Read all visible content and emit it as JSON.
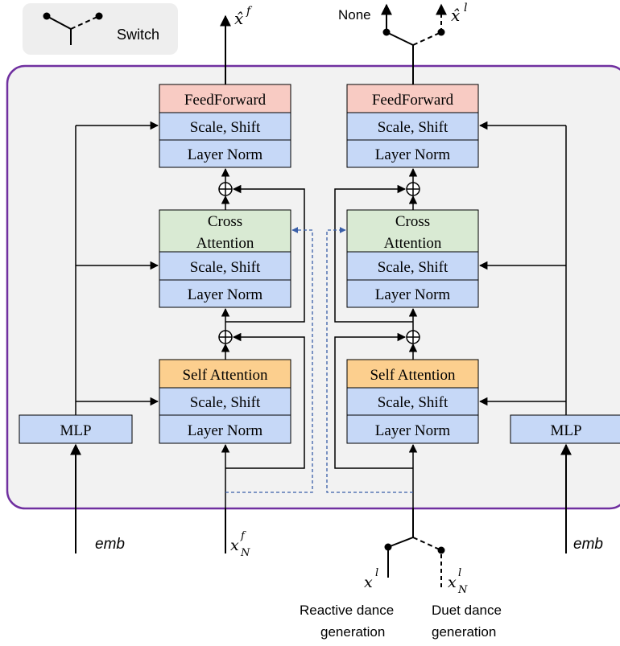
{
  "legend": {
    "switch_label": "Switch"
  },
  "left_branch": {
    "feedforward": "FeedForward",
    "scale_shift_top": "Scale, Shift",
    "layer_norm_top": "Layer Norm",
    "cross_attention_line1": "Cross",
    "cross_attention_line2": "Attention",
    "scale_shift_mid": "Scale, Shift",
    "layer_norm_mid": "Layer Norm",
    "self_attention": "Self Attention",
    "scale_shift_bot": "Scale, Shift",
    "layer_norm_bot": "Layer Norm",
    "mlp": "MLP",
    "emb": "emb",
    "output_base": "x̂",
    "output_sup": "f",
    "input_base": "x",
    "input_sup": "f",
    "input_sub": "N"
  },
  "right_branch": {
    "feedforward": "FeedForward",
    "scale_shift_top": "Scale, Shift",
    "layer_norm_top": "Layer Norm",
    "cross_attention_line1": "Cross",
    "cross_attention_line2": "Attention",
    "scale_shift_mid": "Scale, Shift",
    "layer_norm_mid": "Layer Norm",
    "self_attention": "Self Attention",
    "scale_shift_bot": "Scale, Shift",
    "layer_norm_bot": "Layer Norm",
    "mlp": "MLP",
    "emb": "emb",
    "output_none": "None",
    "output_base": "x̂",
    "output_sup": "l",
    "input_reactive_base": "x",
    "input_reactive_sup": "l",
    "input_duet_base": "x",
    "input_duet_sup": "l",
    "input_duet_sub": "N",
    "reactive_line1": "Reactive dance",
    "reactive_line2": "generation",
    "duet_line1": "Duet dance",
    "duet_line2": "generation"
  },
  "colors": {
    "feedforward": "#f8cbc3",
    "blue_block": "#c6d8f7",
    "cross_attention": "#d9ead3",
    "self_attention": "#fccf8e",
    "panel": "#f2f2f2",
    "panel_border": "#7030a0",
    "legend_bg": "#eeeeee",
    "dashed_link": "#3a5fa8"
  }
}
